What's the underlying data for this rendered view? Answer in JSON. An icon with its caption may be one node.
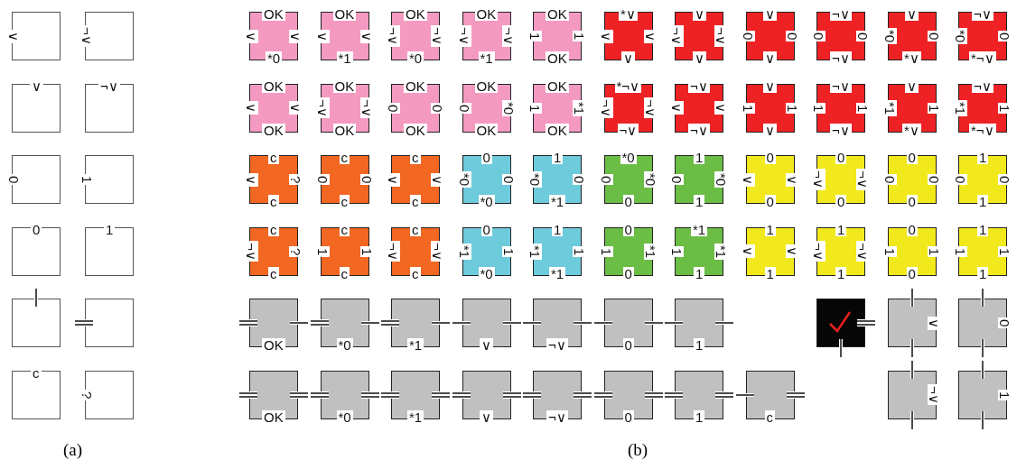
{
  "diagram": {
    "nodes": [
      {
        "text": [
          "∨"
        ]
      },
      {
        "text": [
          "¬∨"
        ]
      },
      {
        "text": [
          "∨"
        ]
      },
      {
        "text": [
          "¬∨"
        ]
      },
      {
        "text": [
          "0"
        ]
      },
      {
        "text": [
          "1"
        ]
      },
      {
        "text": [
          "0"
        ]
      },
      {
        "text": [
          "1"
        ]
      },
      {
        "text": [],
        "shape": "box"
      },
      {
        "text": [],
        "shape": "box"
      },
      {
        "text": [
          "c"
        ]
      },
      {
        "text": [
          "?"
        ]
      },
      {
        "text": [
          "OK",
          "∨",
          "∨",
          "*0"
        ]
      },
      {
        "text": [
          "OK",
          "∨",
          "∨",
          "*1"
        ]
      },
      {
        "text": [
          "OK",
          "¬∨",
          "¬∨",
          "*0"
        ]
      },
      {
        "text": [
          "OK",
          "¬∨",
          "¬∨",
          "*1"
        ]
      },
      {
        "text": [
          "OK",
          "1",
          "1",
          "OK"
        ]
      },
      {
        "text": [
          "*∨",
          "∨",
          "∨",
          "∨"
        ]
      },
      {
        "text": [
          "∨",
          "¬∨",
          "¬∨",
          "∨"
        ]
      },
      {
        "text": [
          "∨",
          "0",
          "0",
          "∨"
        ]
      },
      {
        "text": [
          "¬∨",
          "0",
          "0",
          "¬∨"
        ]
      },
      {
        "text": [
          "∨",
          "*0",
          "0",
          "*∨"
        ]
      },
      {
        "text": [
          "¬∨",
          "*0",
          "0",
          "*¬∨"
        ]
      },
      {
        "text": [
          "OK",
          "∨",
          "∨",
          "OK"
        ]
      },
      {
        "text": [
          "OK",
          "¬∨",
          "¬∨",
          "OK"
        ]
      },
      {
        "text": [
          "OK",
          "0",
          "0",
          "OK"
        ]
      },
      {
        "text": [
          "OK",
          "0",
          "*0",
          "OK"
        ]
      },
      {
        "text": [
          "OK",
          "1",
          "*1",
          "OK"
        ]
      },
      {
        "text": [
          "*¬∨",
          "¬∨",
          "¬∨",
          "¬∨"
        ]
      },
      {
        "text": [
          "¬∨",
          "∨",
          "∨",
          "¬∨"
        ]
      },
      {
        "text": [
          "∨",
          "1",
          "1",
          "∨"
        ]
      },
      {
        "text": [
          "¬∨",
          "1",
          "1",
          "¬∨"
        ]
      },
      {
        "text": [
          "∨",
          "*1",
          "1",
          "*∨"
        ]
      },
      {
        "text": [
          "¬∨",
          "*1",
          "1",
          "*¬∨"
        ]
      },
      {
        "text": [
          "c",
          "∨",
          "?",
          "c"
        ]
      },
      {
        "text": [
          "c",
          "0",
          "0",
          "c"
        ]
      },
      {
        "text": [
          "c",
          "∨",
          "∨",
          "c"
        ]
      },
      {
        "text": [
          "0",
          "*0",
          "0",
          "*0"
        ]
      },
      {
        "text": [
          "1",
          "*0",
          "0",
          "*1"
        ]
      },
      {
        "text": [
          "*0",
          "0",
          "*0",
          "0"
        ]
      },
      {
        "text": [
          "1",
          "0",
          "*0",
          "1"
        ]
      },
      {
        "text": [
          "0",
          "∨",
          "∨",
          "0"
        ]
      },
      {
        "text": [
          "0",
          "¬∨",
          "¬∨",
          "0"
        ]
      },
      {
        "text": [
          "0",
          "0",
          "0",
          "0"
        ]
      },
      {
        "text": [
          "1",
          "0",
          "0",
          "1"
        ]
      },
      {
        "text": [
          "c",
          "¬∨",
          "?",
          "c"
        ]
      },
      {
        "text": [
          "c",
          "1",
          "1",
          "c"
        ]
      },
      {
        "text": [
          "c",
          "¬∨",
          "¬∨",
          "c"
        ]
      },
      {
        "text": [
          "0",
          "*1",
          "1",
          "*0"
        ]
      },
      {
        "text": [
          "1",
          "*1",
          "1",
          "*1"
        ]
      },
      {
        "text": [
          "0",
          "1",
          "*1",
          "0"
        ]
      },
      {
        "text": [
          "*1",
          "1",
          "*1",
          "1"
        ]
      },
      {
        "text": [
          "1",
          "∨",
          "∨",
          "1"
        ]
      },
      {
        "text": [
          "1",
          "¬∨",
          "¬∨",
          "1"
        ]
      },
      {
        "text": [
          "0",
          "1",
          "1",
          "0"
        ]
      },
      {
        "text": [
          "1",
          "1",
          "1",
          "1"
        ]
      },
      {
        "text": [
          "OK"
        ]
      },
      {
        "text": [
          "*0"
        ]
      },
      {
        "text": [
          "*1"
        ]
      },
      {
        "text": [
          "∨"
        ]
      },
      {
        "text": [
          "¬∨"
        ]
      },
      {
        "text": [
          "0"
        ]
      },
      {
        "text": [
          "1"
        ]
      },
      {
        "text": [],
        "shape": "box"
      },
      {
        "text": [
          "∨"
        ]
      },
      {
        "text": [
          "0"
        ]
      },
      {
        "text": [
          "OK"
        ]
      },
      {
        "text": [
          "*0"
        ]
      },
      {
        "text": [
          "*1"
        ]
      },
      {
        "text": [
          "∨"
        ]
      },
      {
        "text": [
          "¬∨"
        ]
      },
      {
        "text": [
          "0"
        ]
      },
      {
        "text": [
          "1"
        ]
      },
      {
        "text": [
          "c"
        ]
      },
      {
        "text": [
          "¬∨"
        ]
      },
      {
        "text": [
          "1"
        ]
      }
    ],
    "labels": [
      "(a)",
      "(b)"
    ]
  }
}
